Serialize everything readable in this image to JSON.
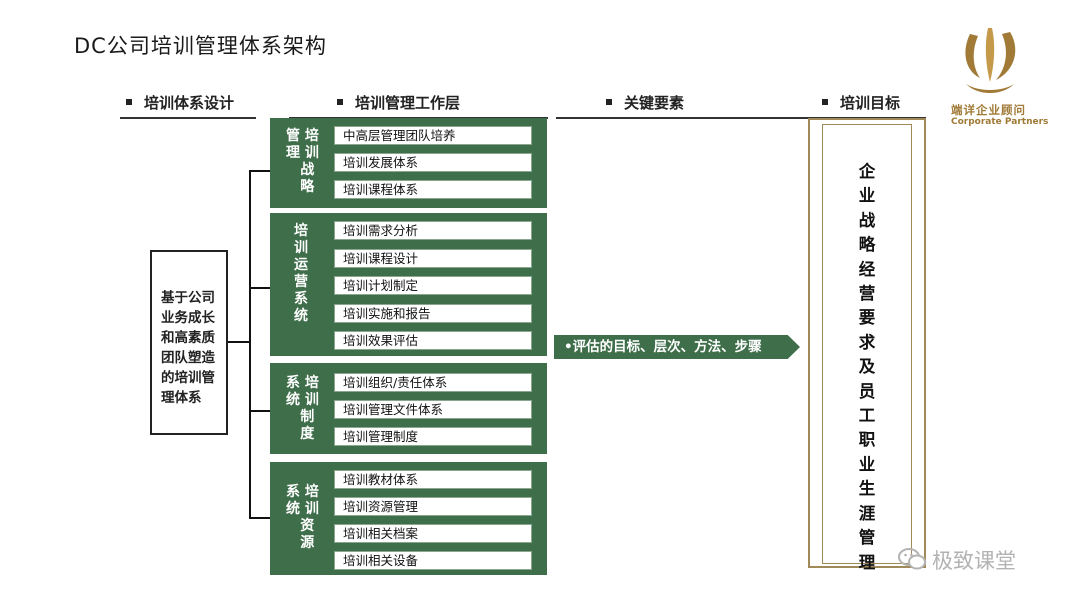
{
  "title": "DC公司培训管理体系架构",
  "columns": [
    "培训体系设计",
    "培训管理工作层",
    "关键要素",
    "培训目标"
  ],
  "left_box": "基于公司\n业务成长\n和高素质\n团队塑造\n的培训管\n理体系",
  "groups": [
    {
      "label": "管 培\n理 训\n  战\n  略",
      "items": [
        "中高层管理团队培养",
        "培训发展体系",
        "培训课程体系"
      ]
    },
    {
      "label": "培\n训\n运\n营\n系\n统",
      "items": [
        "培训需求分析",
        "培训课程设计",
        "培训计划制定",
        "培训实施和报告",
        "培训效果评估"
      ]
    },
    {
      "label": "系 培\n统 训\n  制\n  度",
      "items": [
        "培训组织/责任体系",
        "培训管理文件体系",
        "培训管理制度"
      ]
    },
    {
      "label": "系 培\n统 训\n  资\n  源",
      "items": [
        "培训教材体系",
        "培训资源管理",
        "培训相关档案",
        "培训相关设备"
      ]
    }
  ],
  "key_element": "•评估的目标、层次、方法、步骤",
  "goal": "企业战略经营要求及员工职业生涯管理",
  "logo": {
    "name": "端详企业顾问",
    "en": "Corporate Partners"
  },
  "watermark": "极致课堂",
  "colors": {
    "group_green": "#3f6e4a",
    "gold": "#a07a36"
  }
}
